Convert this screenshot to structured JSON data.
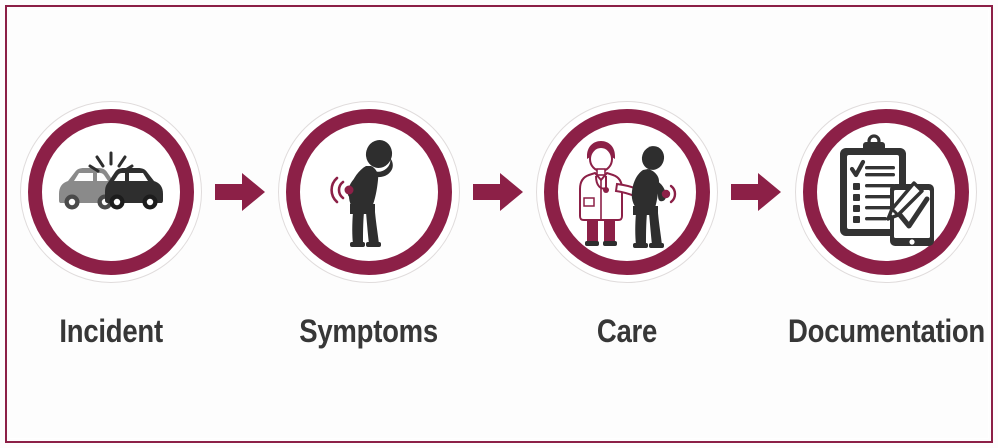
{
  "graphic": {
    "type": "process-flow-infographic",
    "orientation": "horizontal",
    "step_count": 4,
    "connector": "arrow-right"
  },
  "theme": {
    "accent": "#8c2047",
    "accent_dark": "#7d1d40",
    "text": "#373737",
    "background": "#fdfdfd",
    "frame_border": "#8c2047",
    "ring_outline": "#e0dcdc",
    "icon_dark": "#333333",
    "icon_gray": "#8a8a8a",
    "icon_white": "#ffffff"
  },
  "steps": [
    {
      "id": "incident",
      "label": "Incident",
      "icon_name": "car-crash-icon",
      "icon_description": "Two cars colliding head-on with impact burst lines"
    },
    {
      "id": "symptoms",
      "label": "Symptoms",
      "icon_name": "person-in-pain-icon",
      "icon_description": "Person holding head with hand and red pain indicator at lower back"
    },
    {
      "id": "care",
      "label": "Care",
      "icon_name": "doctor-examining-patient-icon",
      "icon_description": "Doctor in white coat with stethoscope examining a patient"
    },
    {
      "id": "documentation",
      "label": "Documentation",
      "icon_name": "clipboard-tablet-checklist-icon",
      "icon_description": "Clipboard checklist with checkmarks and a tablet with pen and checkmark"
    }
  ],
  "connectors": [
    {
      "id": "arrow-1",
      "icon_name": "arrow-right-icon"
    },
    {
      "id": "arrow-2",
      "icon_name": "arrow-right-icon"
    },
    {
      "id": "arrow-3",
      "icon_name": "arrow-right-icon"
    }
  ]
}
